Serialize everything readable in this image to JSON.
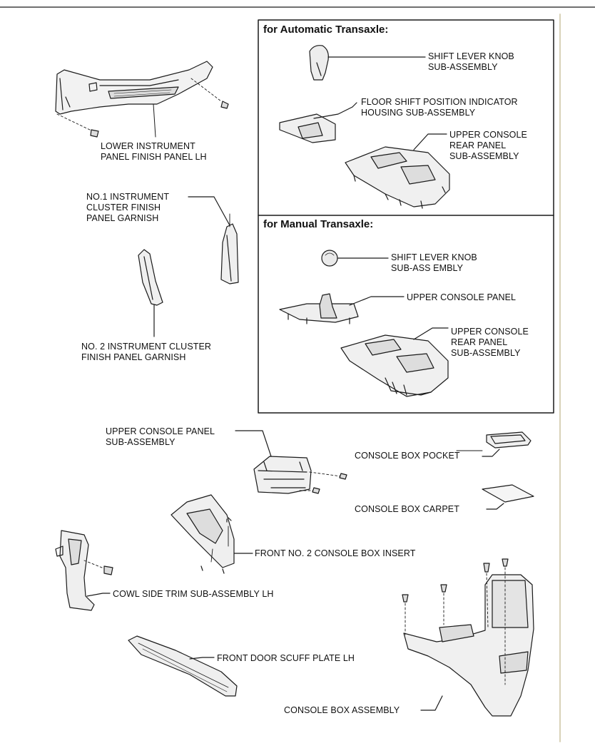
{
  "sections": {
    "automatic": {
      "title": "for Automatic Transaxle:"
    },
    "manual": {
      "title": "for Manual Transaxle:"
    }
  },
  "labels": {
    "lower_instrument_panel": "LOWER INSTRUMENT\nPANEL FINISH PANEL LH",
    "no1_cluster_garnish": "NO.1 INSTRUMENT\nCLUSTER FINISH\nPANEL GARNISH",
    "no2_cluster_garnish": "NO. 2 INSTRUMENT CLUSTER\nFINISH PANEL GARNISH",
    "auto_shift_knob": "SHIFT LEVER KNOB\nSUB-ASSEMBLY",
    "floor_shift_indicator": "FLOOR SHIFT POSITION INDICATOR\nHOUSING SUB-ASSEMBLY",
    "auto_upper_console_rear": "UPPER CONSOLE\nREAR PANEL\nSUB-ASSEMBLY",
    "manual_shift_knob": "SHIFT LEVER KNOB\nSUB-ASS EMBLY",
    "upper_console_panel": "UPPER CONSOLE PANEL",
    "manual_upper_console_rear": "UPPER CONSOLE\nREAR PANEL\nSUB-ASSEMBLY",
    "upper_console_panel_sub": "UPPER CONSOLE PANEL\nSUB-ASSEMBLY",
    "console_box_pocket": "CONSOLE BOX POCKET",
    "console_box_carpet": "CONSOLE BOX CARPET",
    "front_no2_console_insert": "FRONT NO. 2 CONSOLE BOX INSERT",
    "cowl_side_trim": "COWL SIDE TRIM SUB-ASSEMBLY LH",
    "front_door_scuff": "FRONT DOOR SCUFF PLATE LH",
    "console_box_assembly": "CONSOLE BOX ASSEMBLY"
  }
}
